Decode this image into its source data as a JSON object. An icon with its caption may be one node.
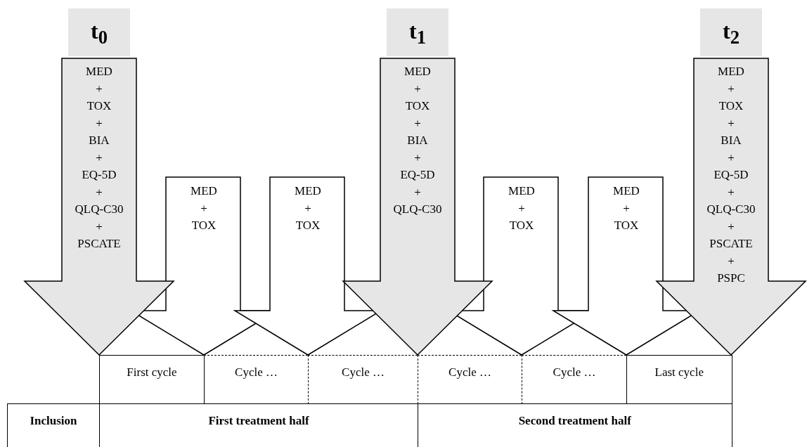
{
  "diagram": {
    "nodes": [
      {
        "text": [
          "t$_{0}$",
          "MED + TOX + BIA + EQ-5D + QLQ-C30 + PSCATE"
        ]
      },
      {
        "text": [
          "MED + TOX"
        ]
      },
      {
        "text": [
          "MED + TOX"
        ]
      },
      {
        "text": [
          "t$_{1}$",
          "MED + TOX + BIA + EQ-5D + QLQ-C30"
        ]
      },
      {
        "text": [
          "MED + TOX"
        ]
      },
      {
        "text": [
          "MED + TOX"
        ]
      },
      {
        "text": [
          "t$_{2}$",
          "MED + TOX + BIA + EQ-5D + QLQ-C30 + PSCATE + PSPC"
        ]
      },
      {
        "text": [
          "First cycle"
        ]
      },
      {
        "text": [
          "Cycle …"
        ]
      },
      {
        "text": [
          "Cycle …"
        ]
      },
      {
        "text": [
          "Cycle …"
        ]
      },
      {
        "text": [
          "Cycle …"
        ]
      },
      {
        "text": [
          "Last cycle"
        ]
      },
      {
        "text": [
          "Inclusion"
        ]
      },
      {
        "text": [
          "First treatment half"
        ]
      },
      {
        "text": [
          "Second treatment half"
        ]
      }
    ]
  }
}
